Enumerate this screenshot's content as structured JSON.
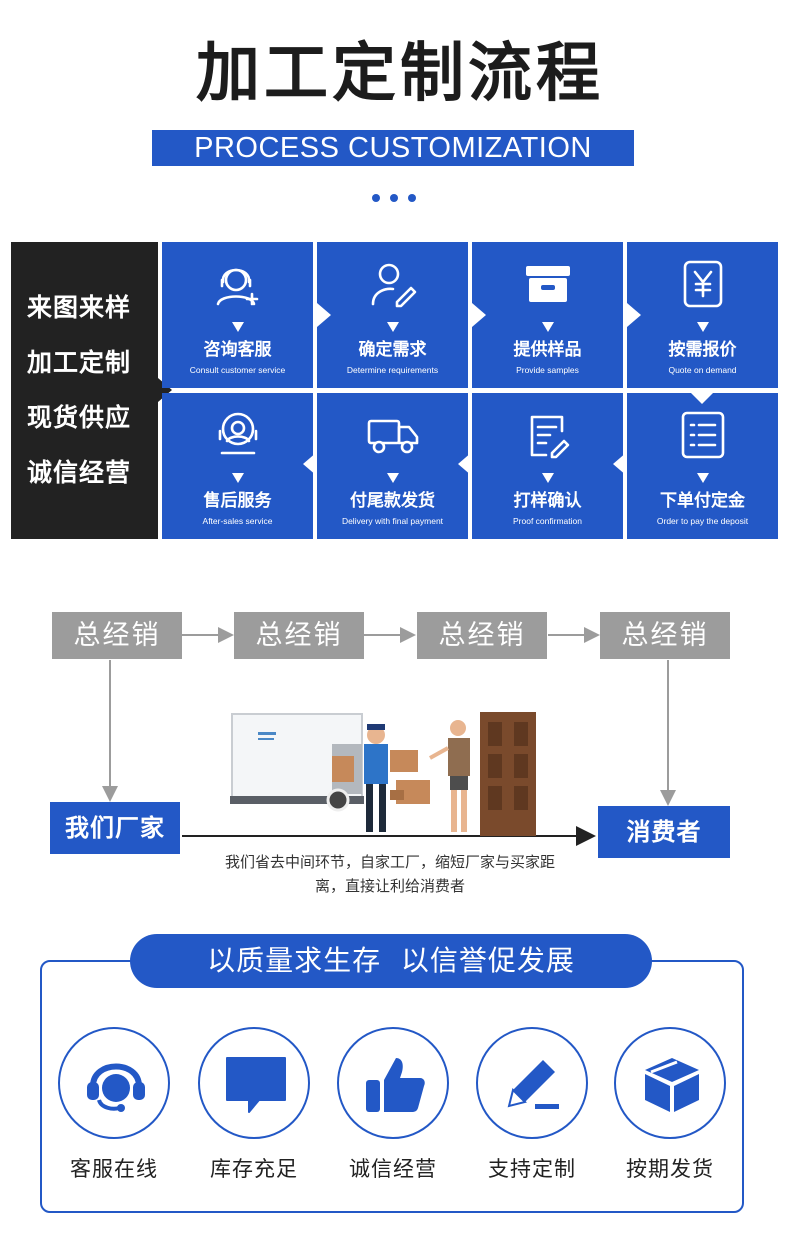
{
  "header": {
    "title": "加工定制流程",
    "subtitle": "PROCESS CUSTOMIZATION"
  },
  "left_panel": {
    "items": [
      "来图来样",
      "加工定制",
      "现货供应",
      "诚信经营"
    ]
  },
  "process_steps": [
    {
      "cn": "咨询客服",
      "en": "Consult customer service",
      "icon": "headset-support-icon"
    },
    {
      "cn": "确定需求",
      "en": "Determine requirements",
      "icon": "user-edit-icon"
    },
    {
      "cn": "提供样品",
      "en": "Provide samples",
      "icon": "sample-box-icon"
    },
    {
      "cn": "按需报价",
      "en": "Quote on demand",
      "icon": "yuan-quote-icon"
    },
    {
      "cn": "下单付定金",
      "en": "Order to pay the deposit",
      "icon": "order-list-icon"
    },
    {
      "cn": "打样确认",
      "en": "Proof confirmation",
      "icon": "proof-edit-icon"
    },
    {
      "cn": "付尾款发货",
      "en": "Delivery with final payment",
      "icon": "delivery-truck-icon"
    },
    {
      "cn": "售后服务",
      "en": "After-sales service",
      "icon": "after-sales-icon"
    }
  ],
  "distribution": {
    "distributors": [
      "总经销",
      "总经销",
      "总经销",
      "总经销"
    ],
    "factory": "我们厂家",
    "consumer": "消费者",
    "note_line1": "我们省去中间环节，自家工厂，缩短厂家与买家距",
    "note_line2": "离，直接让利给消费者"
  },
  "slogan": "以质量求生存  以信誉促发展",
  "features": [
    {
      "label": "客服在线",
      "icon": "customer-service-icon"
    },
    {
      "label": "库存充足",
      "icon": "chat-bubble-icon"
    },
    {
      "label": "诚信经营",
      "icon": "thumbs-up-icon"
    },
    {
      "label": "支持定制",
      "icon": "pen-edit-icon"
    },
    {
      "label": "按期发货",
      "icon": "package-box-icon"
    }
  ],
  "colors": {
    "brand_blue": "#2358c6",
    "dark_panel": "#222222",
    "distributor_gray": "#9c9c9c"
  }
}
